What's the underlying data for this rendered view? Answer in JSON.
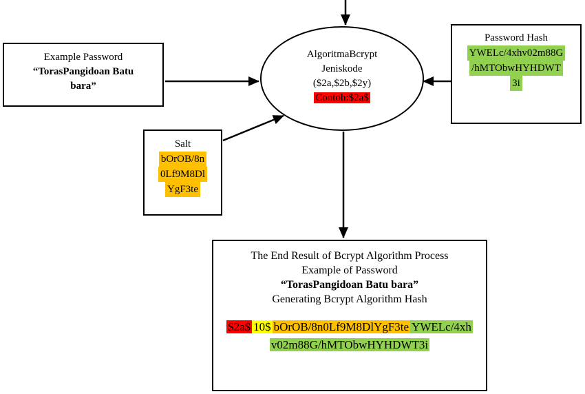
{
  "diagram": {
    "example_password": {
      "title": "Example Password",
      "value_line1": "“TorasPangidoan Batu",
      "value_line2": "bara”"
    },
    "process_ellipse": {
      "line1": "AlgoritmaBcrypt",
      "line2": "Jeniskode",
      "line3": "($2a,$2b,$2y)",
      "example_highlight": "Contoh:$2a$"
    },
    "password_hash": {
      "title": "Password Hash",
      "lines": [
        "YWELc/4xhv02m88G",
        "/hMTObwHYHDWT",
        "3i"
      ]
    },
    "salt": {
      "title": "Salt",
      "lines": [
        "bOrOB/8n",
        "0Lf9M8Dl",
        "YgF3te"
      ]
    },
    "result": {
      "line1": "The End Result of Bcrypt Algorithm Process",
      "line2": "Example of Password",
      "line3": "“TorasPangidoan Batu bara”",
      "line4": "Generating Bcrypt Algorithm Hash",
      "hash": {
        "prefix": "$2a$",
        "cost": "10$",
        "salt": "bOrOB/8n0Lf9M8DlYgF3te",
        "hash_part1": "YWELc/4xh",
        "hash_part2": "v02m88G/hMTObwHYHDWT3i"
      }
    },
    "colors": {
      "red": "#ff0000",
      "yellow": "#ffff00",
      "orange": "#ffc000",
      "green": "#92d050",
      "line": "#000000"
    }
  }
}
